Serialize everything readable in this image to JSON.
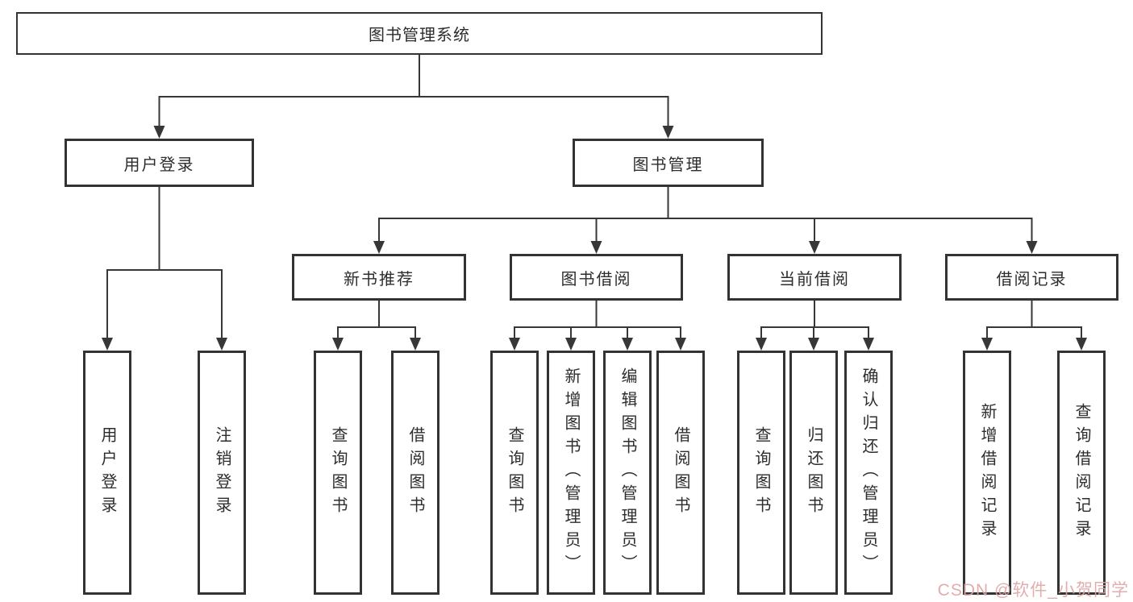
{
  "tree": {
    "root": {
      "label": "图书管理系统",
      "children": [
        {
          "label": "用户登录",
          "children": [
            {
              "label": "用户登录"
            },
            {
              "label": "注销登录"
            }
          ]
        },
        {
          "label": "图书管理",
          "children": [
            {
              "label": "新书推荐",
              "children": [
                {
                  "label": "查询图书"
                },
                {
                  "label": "借阅图书"
                }
              ]
            },
            {
              "label": "图书借阅",
              "children": [
                {
                  "label": "查询图书"
                },
                {
                  "label": "新增图书（管理员）"
                },
                {
                  "label": "编辑图书（管理员）"
                },
                {
                  "label": "借阅图书"
                }
              ]
            },
            {
              "label": "当前借阅",
              "children": [
                {
                  "label": "查询图书"
                },
                {
                  "label": "归还图书"
                },
                {
                  "label": "确认归还（管理员）"
                }
              ]
            },
            {
              "label": "借阅记录",
              "children": [
                {
                  "label": "新增借阅记录"
                },
                {
                  "label": "查询借阅记录"
                }
              ]
            }
          ]
        }
      ]
    }
  },
  "watermark": {
    "text": "CSDN @软件_小贺同学"
  },
  "colors": {
    "line": "#373737",
    "box_border": "#333333",
    "text": "#2d2d2d",
    "watermark": "#dfa5a5",
    "background": "#ffffff"
  }
}
